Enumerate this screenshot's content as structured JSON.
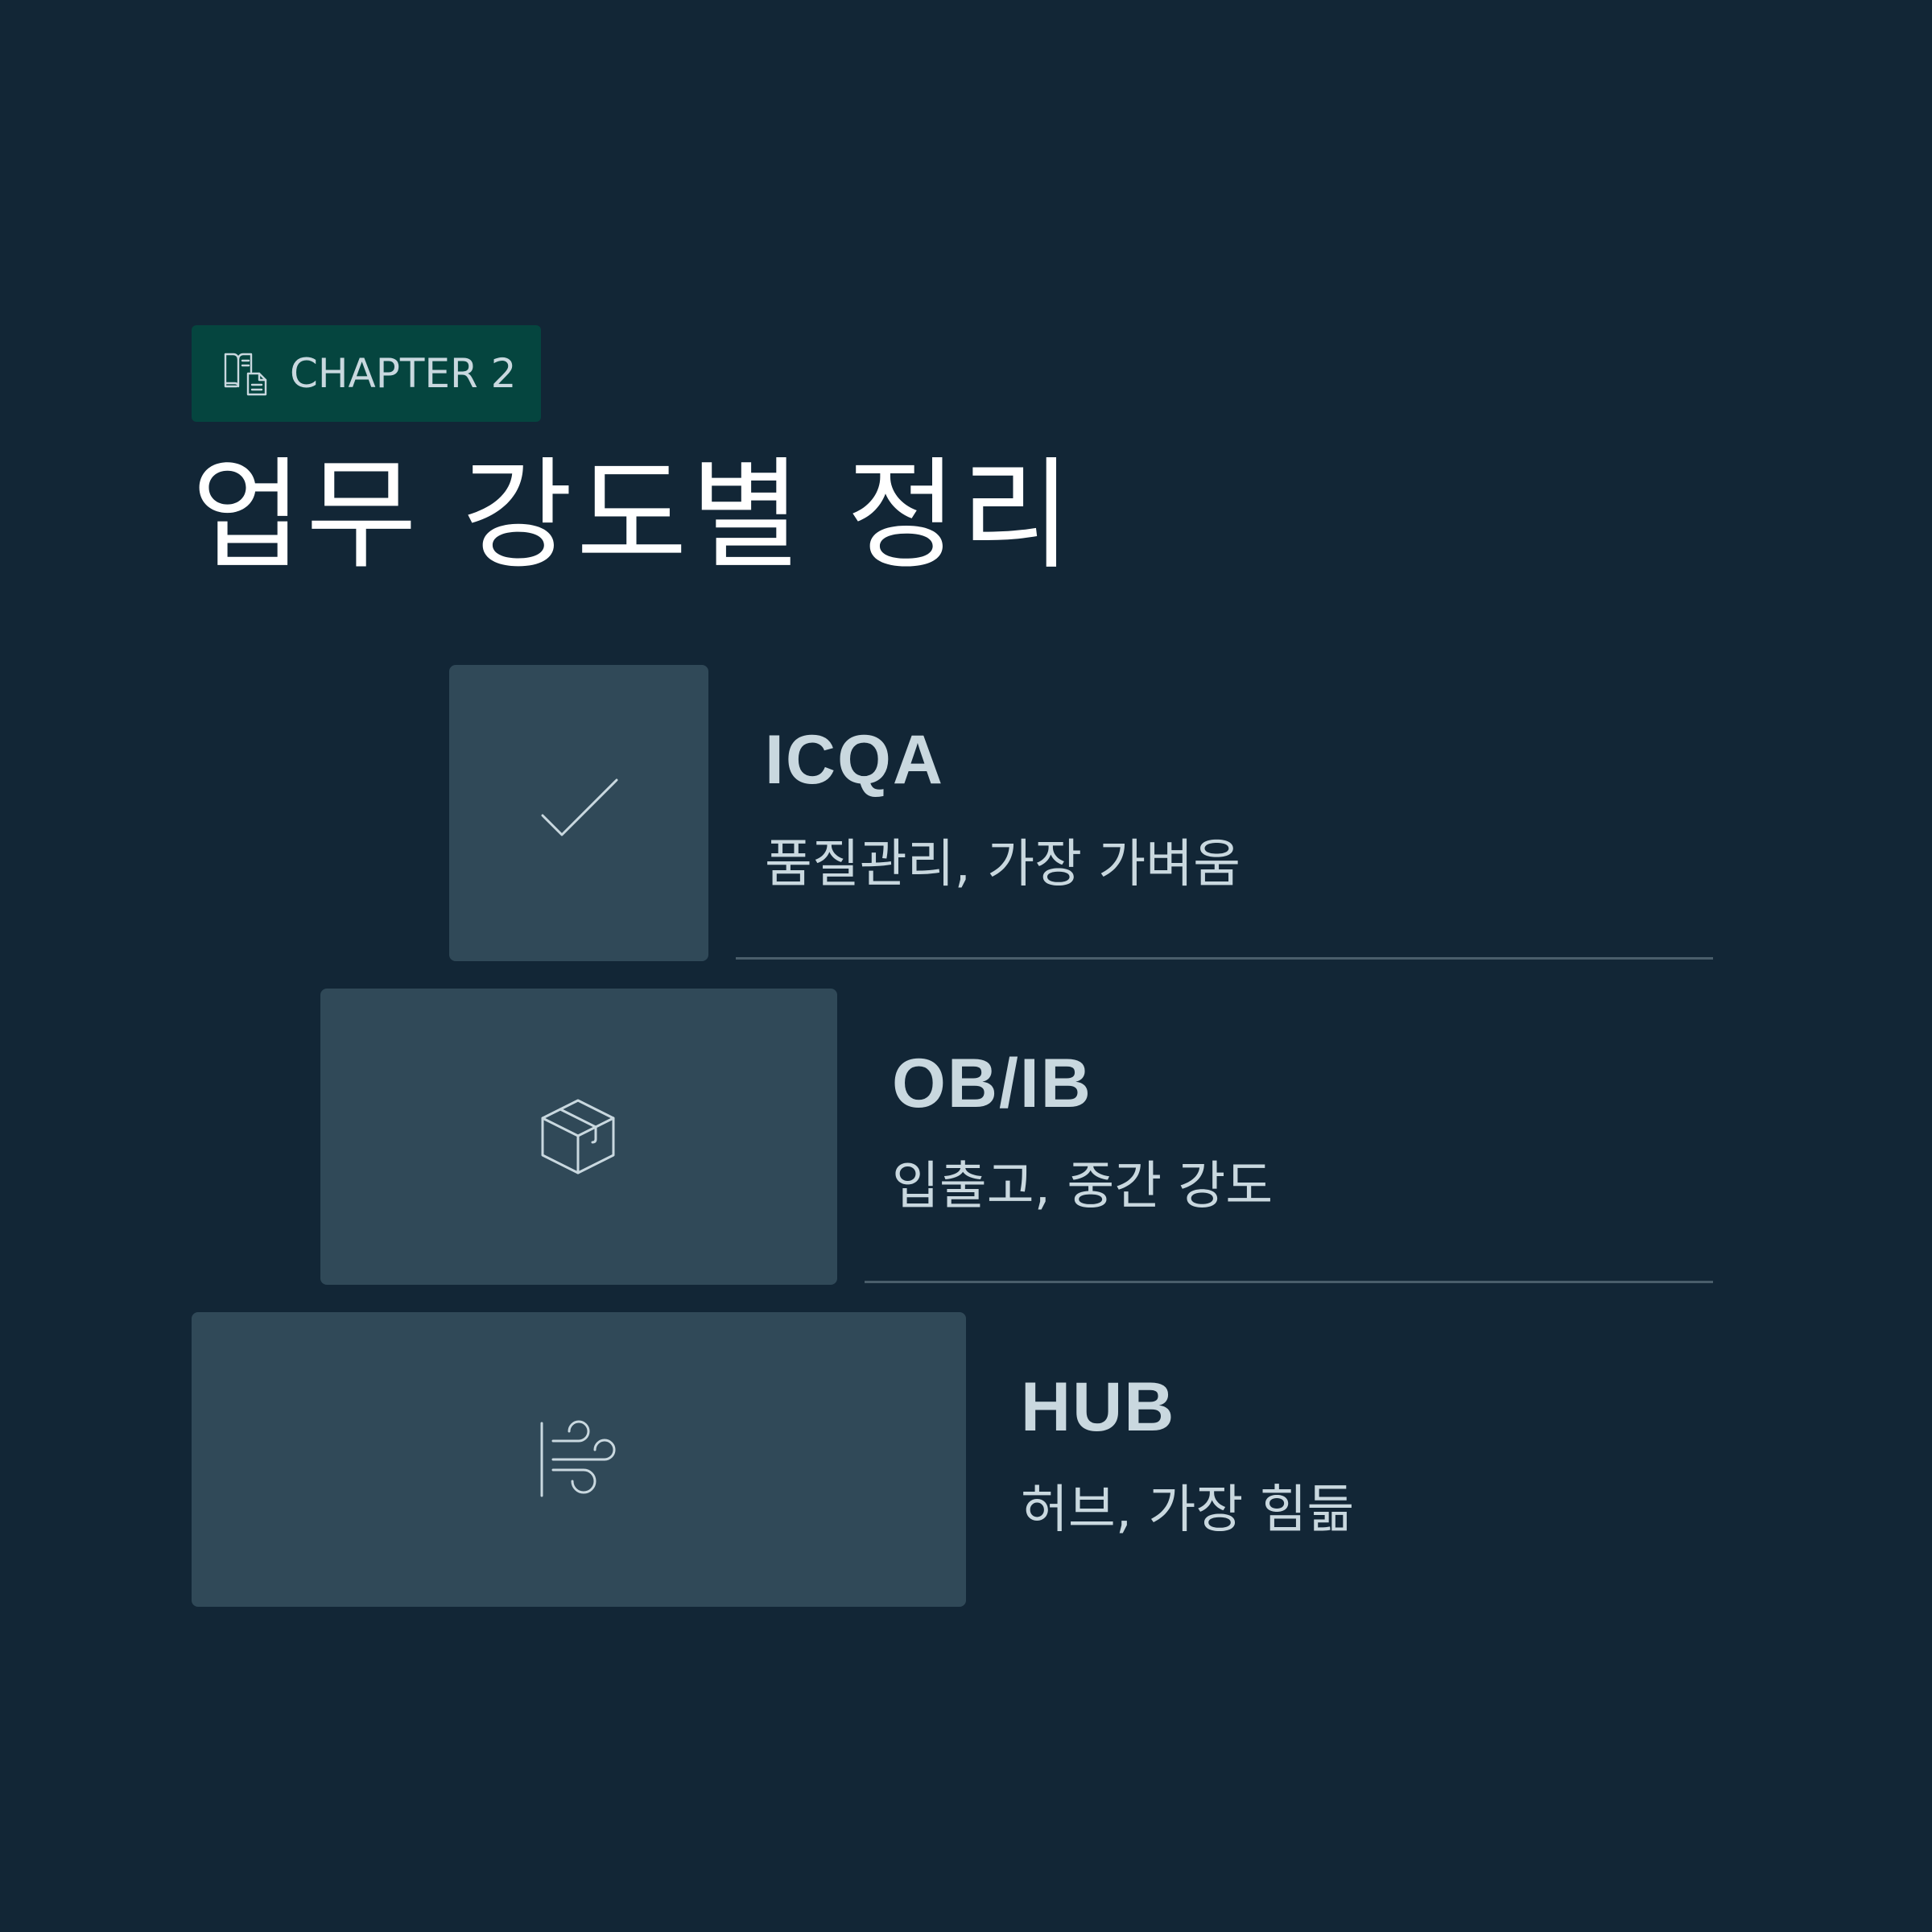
{
  "chapter": {
    "icon": "book-document-icon",
    "label": "CHAPTER 2"
  },
  "title": "업무 강도별 정리",
  "colors": {
    "background": "#122636",
    "badge": "#05453F",
    "block": "#304958",
    "text": "#C9D8DF",
    "title": "#FFFFFF",
    "divider": "#4A5E6B"
  },
  "levels": [
    {
      "icon": "checkmark-icon",
      "name": "ICQA",
      "description": "품질관리, 가장 가벼움"
    },
    {
      "icon": "package-box-icon",
      "name": "OB/IB",
      "description": "입출고, 중간 강도"
    },
    {
      "icon": "wind-icon",
      "name": "HUB",
      "description": "허브, 가장 힘듦"
    }
  ]
}
